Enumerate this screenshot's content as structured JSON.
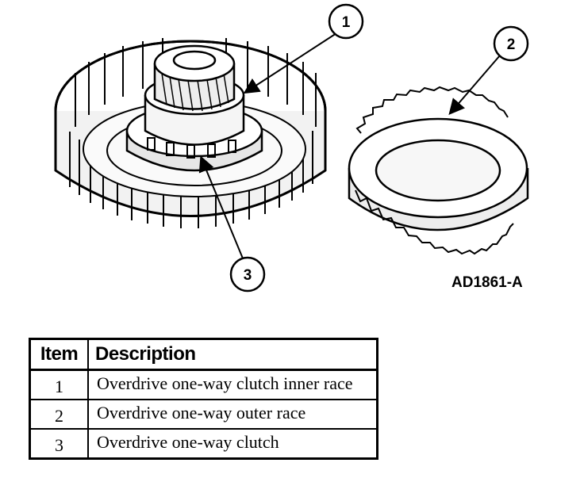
{
  "callouts": [
    "1",
    "2",
    "3"
  ],
  "figure_code": "AD1861-A",
  "table": {
    "headers": [
      "Item",
      "Description"
    ],
    "rows": [
      {
        "item": "1",
        "description": "Overdrive one-way clutch inner race"
      },
      {
        "item": "2",
        "description": "Overdrive one-way outer race"
      },
      {
        "item": "3",
        "description": "Overdrive one-way clutch"
      }
    ]
  }
}
